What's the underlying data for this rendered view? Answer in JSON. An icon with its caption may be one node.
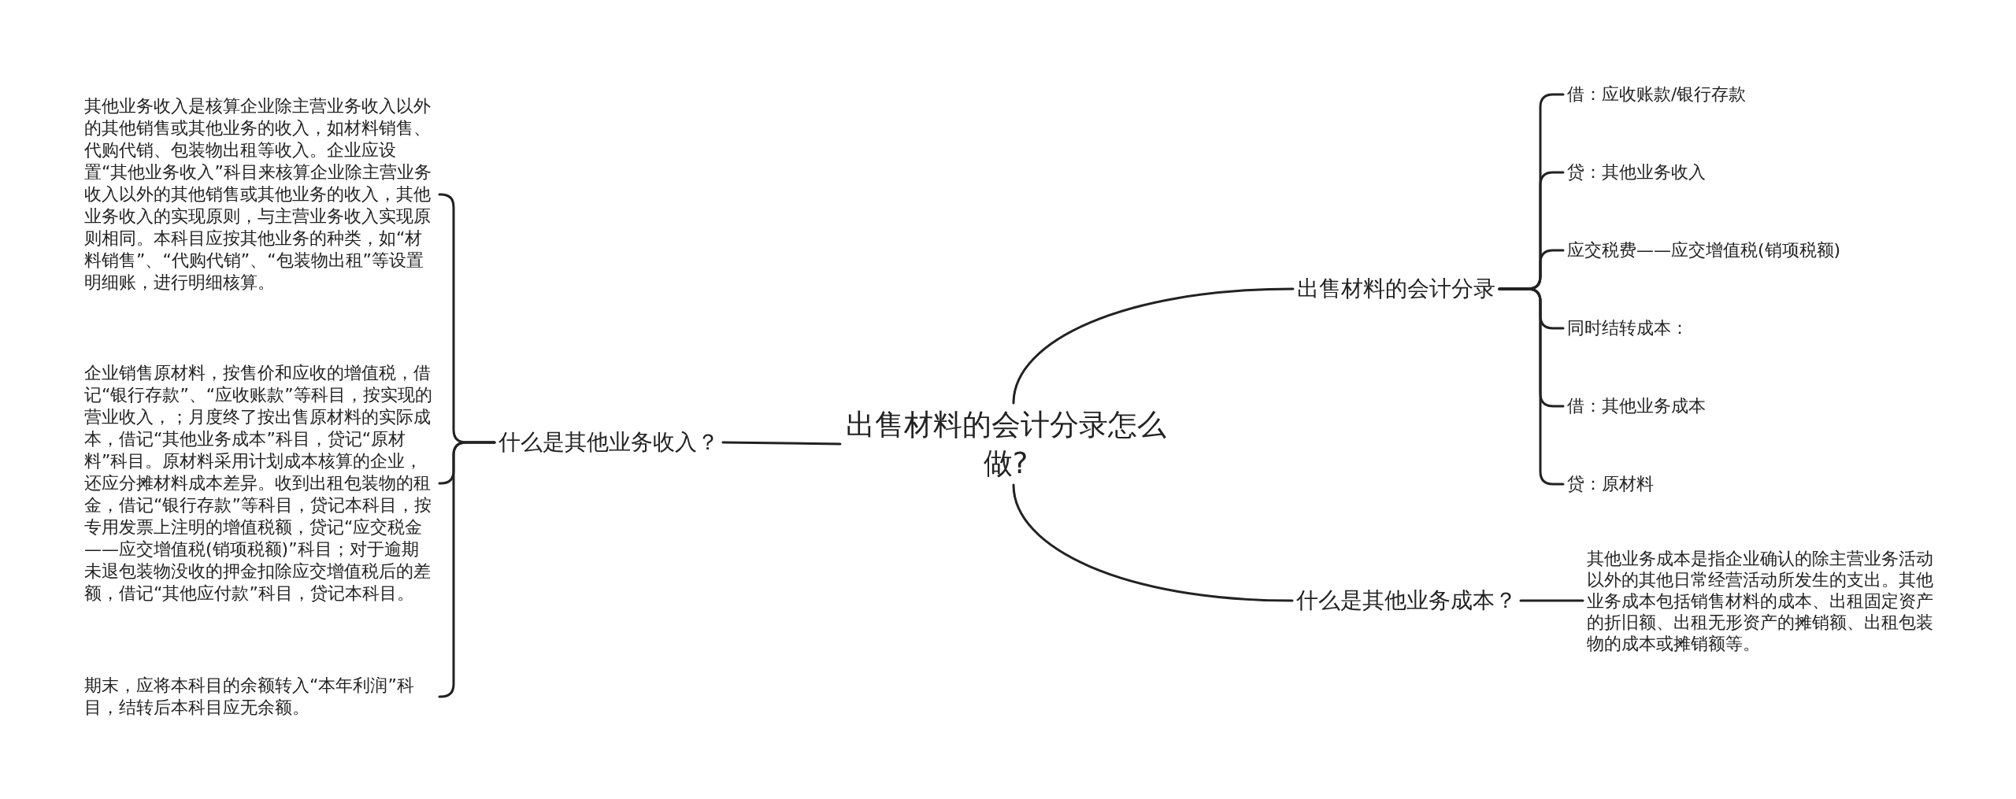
{
  "diagram": {
    "nodes": [
      {
        "text": [
          "出售材料的会计分录怎么做?"
        ]
      },
      {
        "text": [
          "出售材料的会计分录"
        ]
      },
      {
        "text": [
          "借：应收账款/银行存款"
        ]
      },
      {
        "text": [
          "贷：其他业务收入"
        ]
      },
      {
        "text": [
          "应交税费——应交增值税(销项税额)"
        ]
      },
      {
        "text": [
          "同时结转成本："
        ]
      },
      {
        "text": [
          "借：其他业务成本"
        ]
      },
      {
        "text": [
          "贷：原材料"
        ]
      },
      {
        "text": [
          "什么是其他业务成本？"
        ]
      },
      {
        "text": [
          "其他业务成本是指企业确认的除主营业务活动以外的其他日常经营活动所发生的支出。其他业务成本包括销售材料的成本、出租固定资产的折旧额、出租无形资产的摊销额、出租包装物的成本或摊销额等。"
        ]
      },
      {
        "text": [
          "什么是其他业务收入？"
        ]
      },
      {
        "text": [
          "其他业务收入是核算企业除主营业务收入以外的其他销售或其他业务的收入，如材料销售、代购代销、包装物出租等收入。企业应设置“其他业务收入”科目来核算企业除主营业务收入以外的其他销售或其他业务的收入，其他业务收入的实现原则，与主营业务收入实现原则相同。本科目应按其他业务的种类，如“材料销售”、“代购代销”、“包装物出租”等设置明细账，进行明细核算。"
        ]
      },
      {
        "text": [
          "企业销售原材料，按售价和应收的增值税，借记“银行存款”、“应收账款”等科目，按实现的营业收入，；月度终了按出售原材料的实际成本，借记“其他业务成本”科目，贷记“原材料”科目。原材料采用计划成本核算的企业，还应分摊材料成本差异。收到出租包装物的租金，借记“银行存款”等科目，贷记本科目，按专用发票上注明的增值税额，贷记“应交税金——应交增值税(销项税额)”科目；对于逾期未退包装物没收的押金扣除应交增值税后的差额，借记“其他应付款”科目，贷记本科目。"
        ]
      },
      {
        "text": [
          "期末，应将本科目的余额转入“本年利润”科目，结转后本科目应无余额。"
        ]
      }
    ],
    "edges": [
      {
        "from": 0,
        "to": 1,
        "arrow": "none"
      },
      {
        "from": 1,
        "to": 2,
        "arrow": "none"
      },
      {
        "from": 1,
        "to": 3,
        "arrow": "none"
      },
      {
        "from": 1,
        "to": 4,
        "arrow": "none"
      },
      {
        "from": 1,
        "to": 5,
        "arrow": "none"
      },
      {
        "from": 1,
        "to": 6,
        "arrow": "none"
      },
      {
        "from": 1,
        "to": 7,
        "arrow": "none"
      },
      {
        "from": 0,
        "to": 8,
        "arrow": "none"
      },
      {
        "from": 8,
        "to": 9,
        "arrow": "none"
      },
      {
        "from": 0,
        "to": 10,
        "arrow": "none"
      },
      {
        "from": 10,
        "to": 11,
        "arrow": "none"
      },
      {
        "from": 10,
        "to": 12,
        "arrow": "none"
      },
      {
        "from": 10,
        "to": 13,
        "arrow": "none"
      }
    ]
  }
}
